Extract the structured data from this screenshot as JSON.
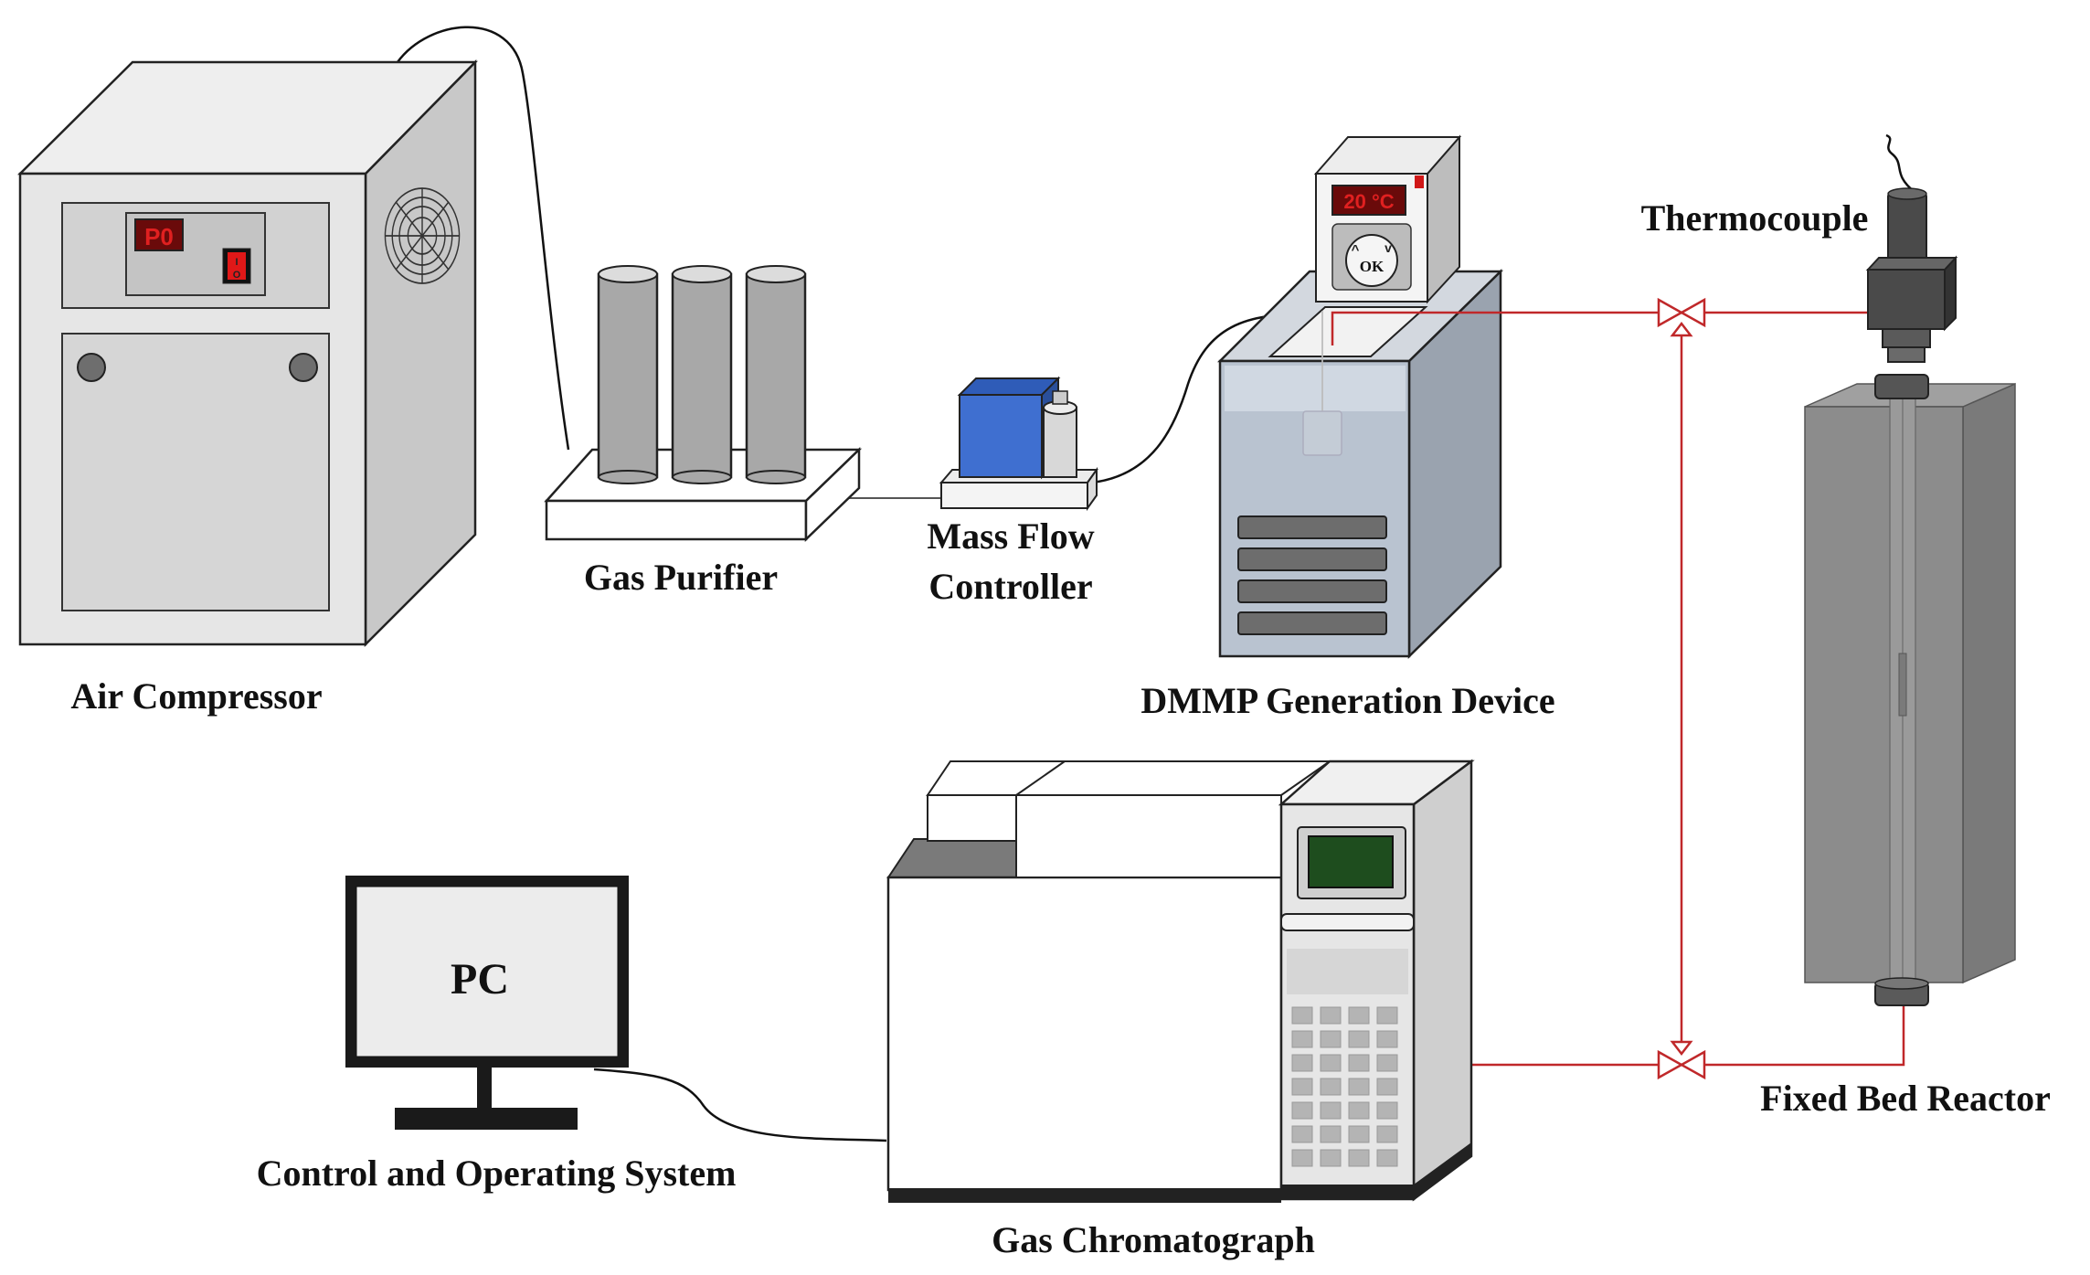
{
  "components": {
    "air_compressor": {
      "label": "Air Compressor",
      "display": "P0",
      "switch_on": "I",
      "switch_off": "O"
    },
    "gas_purifier": {
      "label": "Gas Purifier"
    },
    "mass_flow_controller": {
      "label_line1": "Mass Flow",
      "label_line2": "Controller"
    },
    "dmmp_generation_device": {
      "label": "DMMP Generation Device",
      "display": "20 °C",
      "button_up": "^",
      "button_down": "v",
      "button_ok": "OK"
    },
    "thermocouple": {
      "label": "Thermocouple"
    },
    "fixed_bed_reactor": {
      "label": "Fixed Bed Reactor"
    },
    "gas_chromatograph": {
      "label": "Gas Chromatograph"
    },
    "pc": {
      "screen_text": "PC",
      "label": "Control and Operating System"
    }
  },
  "colors": {
    "gas_line": "#c0282a",
    "cable": "#111111",
    "device_gray": "#d9d9d9",
    "reactor_gray": "#8c8c8c",
    "bath_blue": "#b9c3d0",
    "mfc_blue": "#3f6fd0",
    "gc_screen": "#1e4d1e",
    "display_bg": "#6a0a0a"
  }
}
